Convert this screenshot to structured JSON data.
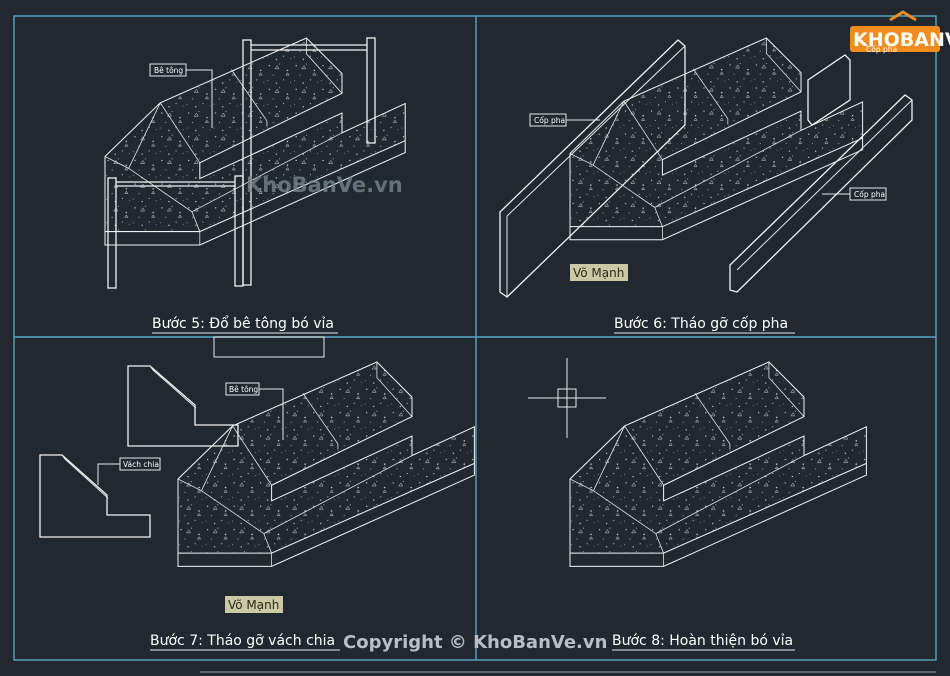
{
  "brand": {
    "logo": "KHOBANVE",
    "colors": {
      "background": "#212830",
      "frame": "#5aa6c4",
      "logo": "#f08c1e",
      "author_badge": "#c9c9a3"
    }
  },
  "watermark": {
    "site": "KhoBanVe.vn",
    "copyright": "Copyright © KhoBanVe.vn"
  },
  "steps": {
    "s5": {
      "caption": "Bước 5: Đổ bê tông bó vỉa",
      "tag": "Bê tông"
    },
    "s6": {
      "caption": "Bước 6: Tháo gỡ cốp pha",
      "tag_left": "Cốp pha",
      "tag_right": "Cốp pha",
      "tag_top": "Cốp pha",
      "author": "Võ Mạnh"
    },
    "s7": {
      "caption": "Bước 7: Tháo gỡ vách chia",
      "tag_top": "Bê tông",
      "tag_left": "Vách chia",
      "author": "Võ Mạnh"
    },
    "s8": {
      "caption": "Bước 8: Hoàn thiện bó vỉa"
    }
  }
}
